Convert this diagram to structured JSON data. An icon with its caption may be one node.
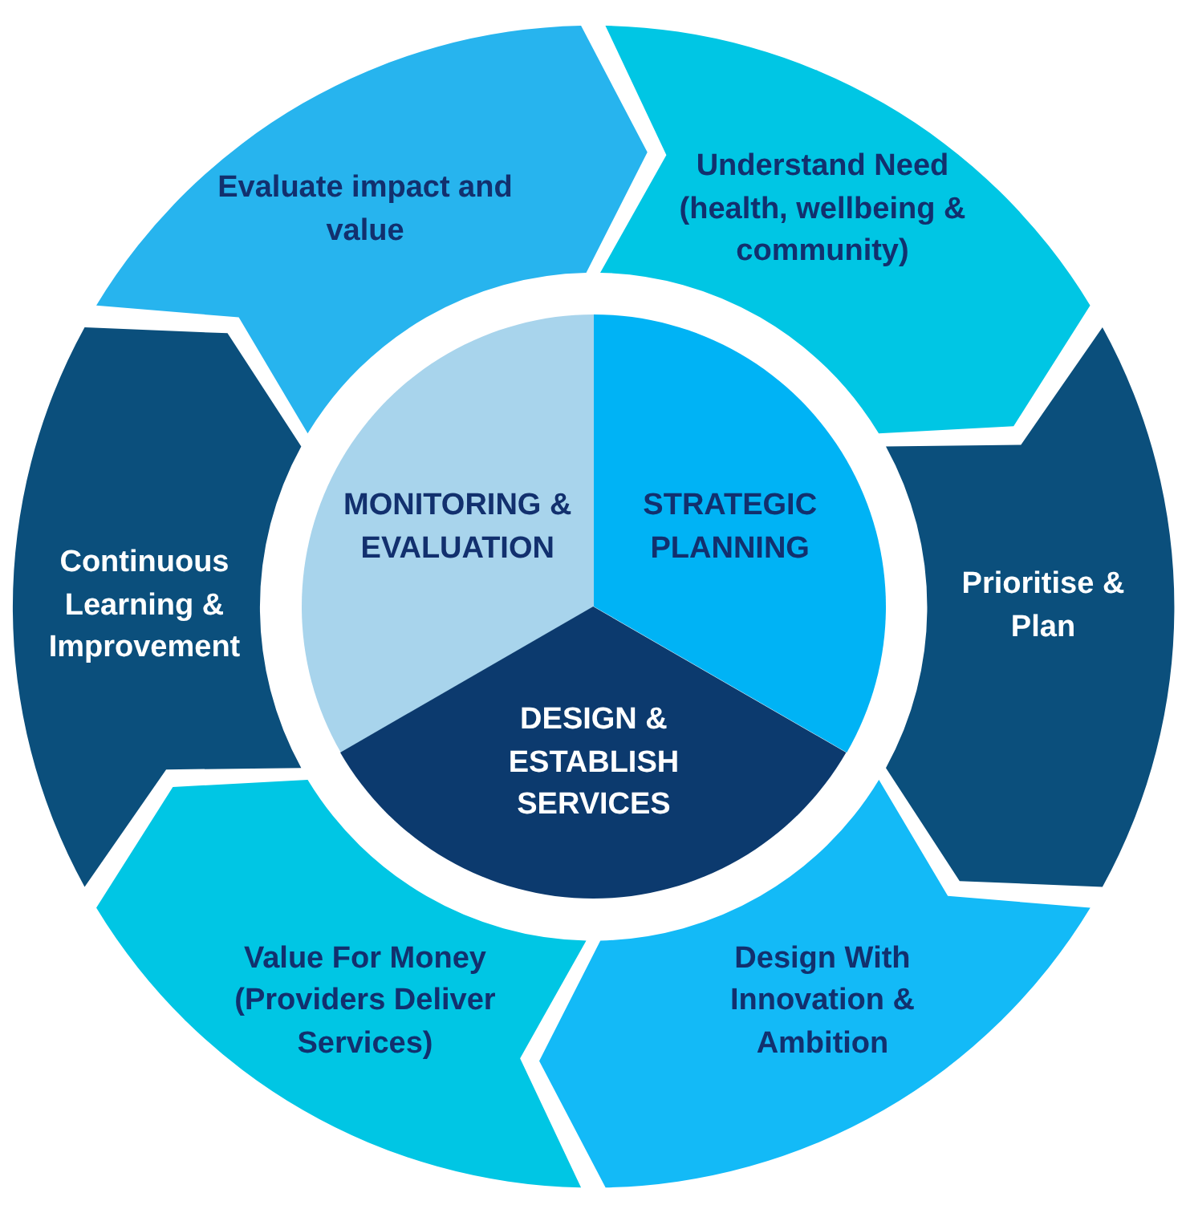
{
  "diagram": {
    "nodes": [
      {
        "text": [
          "Evaluate impact and value"
        ]
      },
      {
        "text": [
          "Understand Need (health, wellbeing & community)"
        ]
      },
      {
        "text": [
          "Continuous Learning & Improvement"
        ]
      },
      {
        "text": [
          "MONITORING & EVALUATION"
        ]
      },
      {
        "text": [
          "STRATEGIC PLANNING"
        ]
      },
      {
        "text": [
          "Prioritise & Plan"
        ]
      },
      {
        "text": [
          "DESIGN & ESTABLISH SERVICES"
        ]
      },
      {
        "text": [
          "Value For Money (Providers Deliver Services)"
        ]
      },
      {
        "text": [
          "Design With Innovation & Ambition"
        ]
      }
    ]
  }
}
